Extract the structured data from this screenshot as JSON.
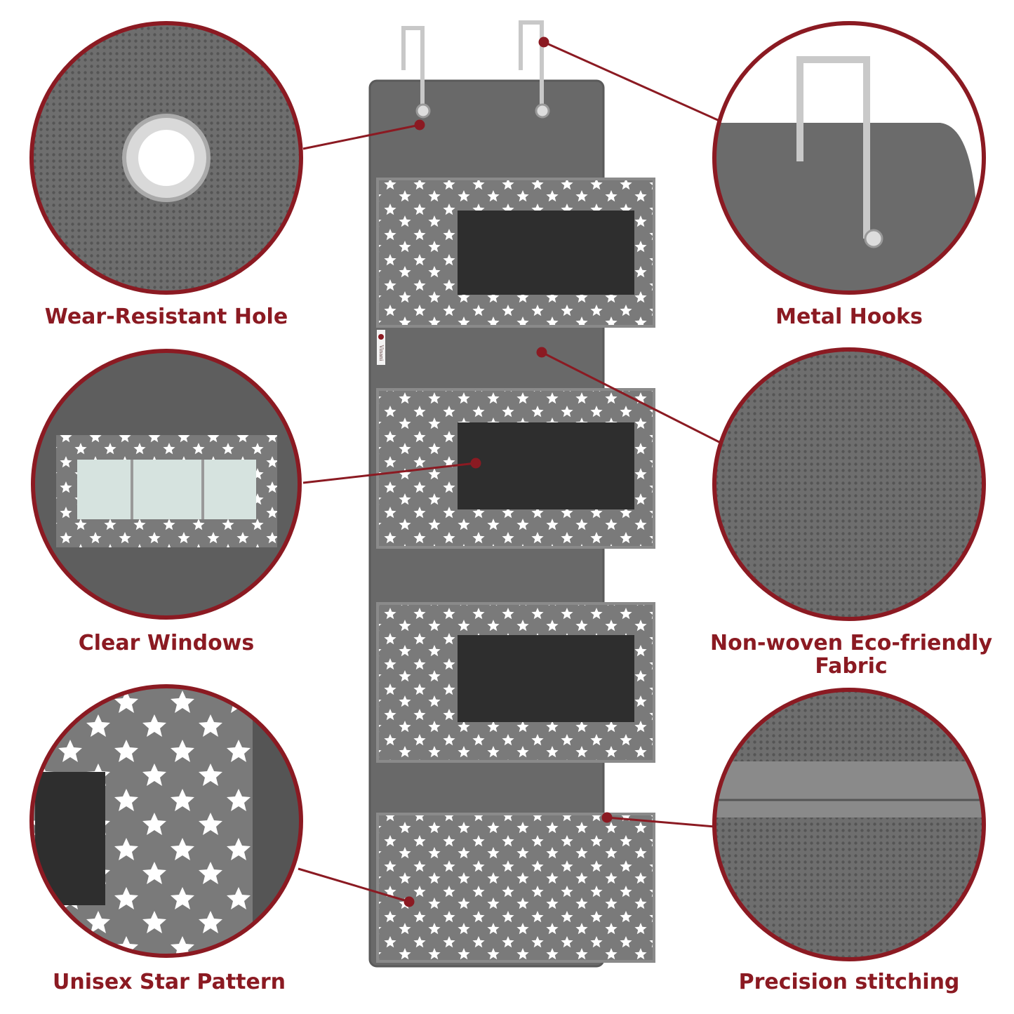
{
  "brand_logo_text": "Vinani",
  "colors": {
    "accent": "#8b1a22",
    "fabric": "#6b6b6b",
    "star": "#ffffff"
  },
  "callouts": [
    {
      "label": "Wear-Resistant Hole",
      "detail": "grommet-icon"
    },
    {
      "label": "Metal Hooks",
      "detail": "hook-icon"
    },
    {
      "label": "Clear Windows",
      "detail": "window-icon"
    },
    {
      "label": "Non-woven Eco-friendly",
      "label2": "Fabric",
      "detail": "fabric-texture"
    },
    {
      "label": "Unisex Star Pattern",
      "detail": "star-icon"
    },
    {
      "label": "Precision stitching",
      "detail": "stitch-texture"
    }
  ]
}
